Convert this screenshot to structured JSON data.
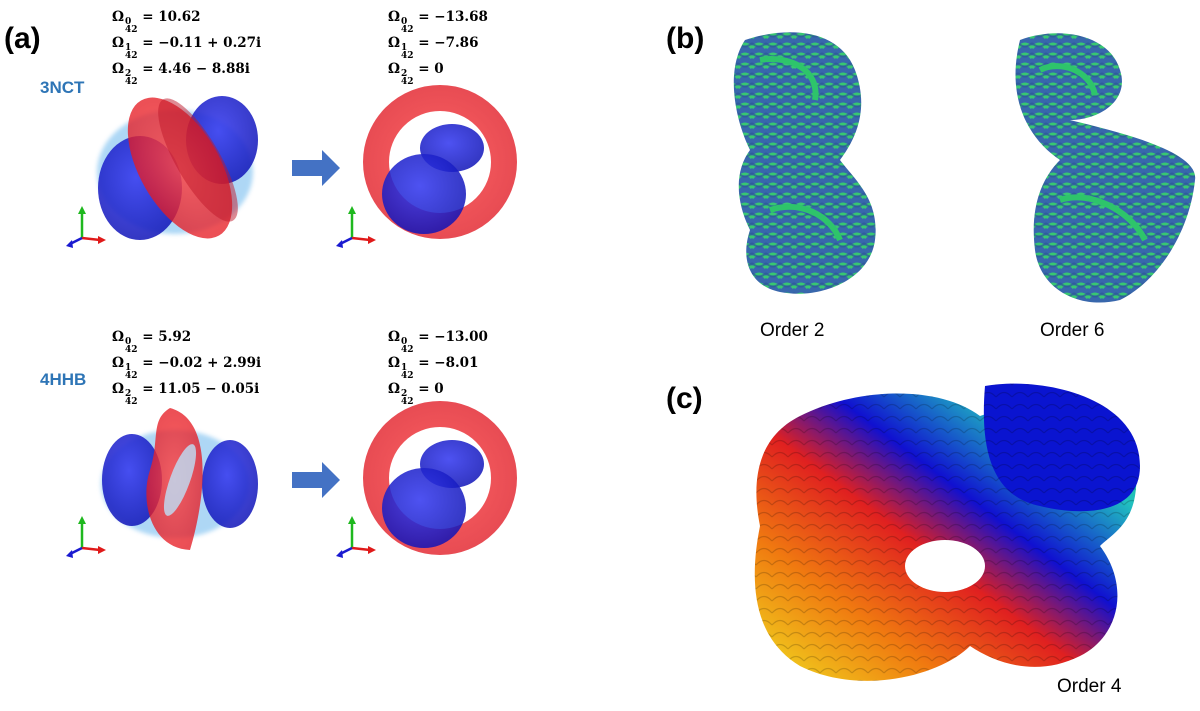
{
  "panel_a": {
    "label": "(a)",
    "rows": [
      {
        "pdb": "3NCT",
        "left_eq": [
          {
            "sup": "0",
            "rhs": "10.62"
          },
          {
            "sup": "1",
            "rhs": "−0.11 + 0.27i"
          },
          {
            "sup": "2",
            "rhs": "4.46 − 8.88i"
          }
        ],
        "right_eq": [
          {
            "sup": "0",
            "rhs": "−13.68"
          },
          {
            "sup": "1",
            "rhs": "−7.86"
          },
          {
            "sup": "2",
            "rhs": "0"
          }
        ]
      },
      {
        "pdb": "4HHB",
        "left_eq": [
          {
            "sup": "0",
            "rhs": "5.92"
          },
          {
            "sup": "1",
            "rhs": "−0.02 + 2.99i"
          },
          {
            "sup": "2",
            "rhs": "11.05 − 0.05i"
          }
        ],
        "right_eq": [
          {
            "sup": "0",
            "rhs": "−13.00"
          },
          {
            "sup": "1",
            "rhs": "−8.01"
          },
          {
            "sup": "2",
            "rhs": "0"
          }
        ]
      }
    ],
    "omega": "Ω",
    "omega_sub": "42",
    "colors": {
      "red": "#e8151b",
      "blue": "#1a1fd6",
      "light_blue": "#4aa3e8",
      "arrow": "#4472c4"
    }
  },
  "panel_b": {
    "label": "(b)",
    "captions": [
      "Order 2",
      "Order 6"
    ],
    "colors": {
      "green": "#2ec46b",
      "blue": "#2e5fa8"
    }
  },
  "panel_c": {
    "label": "(c)",
    "caption": "Order 4"
  }
}
